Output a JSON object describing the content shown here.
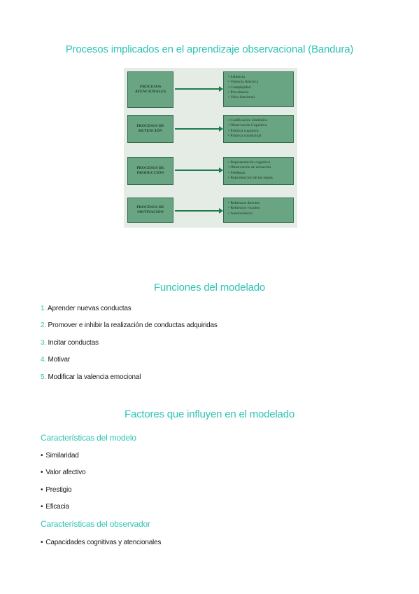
{
  "titles": {
    "procesos": "Procesos implicados en el aprendizaje observacional (Bandura)",
    "funciones": "Funciones del modelado",
    "factores": "Factores que influyen en el modelado"
  },
  "diagram": {
    "rows": [
      {
        "process": "Procesos atencionales",
        "items": [
          "Saliencia",
          "Valencia Afectiva",
          "Complejidad",
          "Prevalencia",
          "Valor funcional"
        ]
      },
      {
        "process": "Procesos de retención",
        "items": [
          "Codificación Simbólica",
          "Observación Cognitiva",
          "Práctica cognitiva",
          "Práctica conductual"
        ]
      },
      {
        "process": "Procesos de producción",
        "items": [
          "Representación cognitiva",
          "Observación de actuación",
          "Feedback",
          "Reproducción de las reglas"
        ]
      },
      {
        "process": "Procesos de motivación",
        "items": [
          "Refuerzos directos",
          "Refuerzos vicarios",
          "Autorrefuerzo"
        ]
      }
    ]
  },
  "funciones": [
    {
      "num": "1.",
      "text": "Aprender nuevas conductas"
    },
    {
      "num": "2.",
      "text": "Promover e inhibir la realización de conductas adquiridas"
    },
    {
      "num": "3.",
      "text": "Incitar conductas"
    },
    {
      "num": "4.",
      "text": "Motivar"
    },
    {
      "num": "5.",
      "text": "Modificar la valencia emocional"
    }
  ],
  "factores": {
    "modelo_title": "Características del modelo",
    "modelo_items": [
      "Similaridad",
      "Valor afectivo",
      "Prestigio",
      "Eficacia"
    ],
    "observador_title": "Características del observador",
    "observador_items": [
      "Capacidades cognitivas y atencionales"
    ],
    "bullet": "•"
  },
  "colors": {
    "accent": "#2ec4b2",
    "diagram_box": "#6aa583",
    "diagram_bg": "#e5ece6",
    "arrow": "#1f7a4d"
  }
}
